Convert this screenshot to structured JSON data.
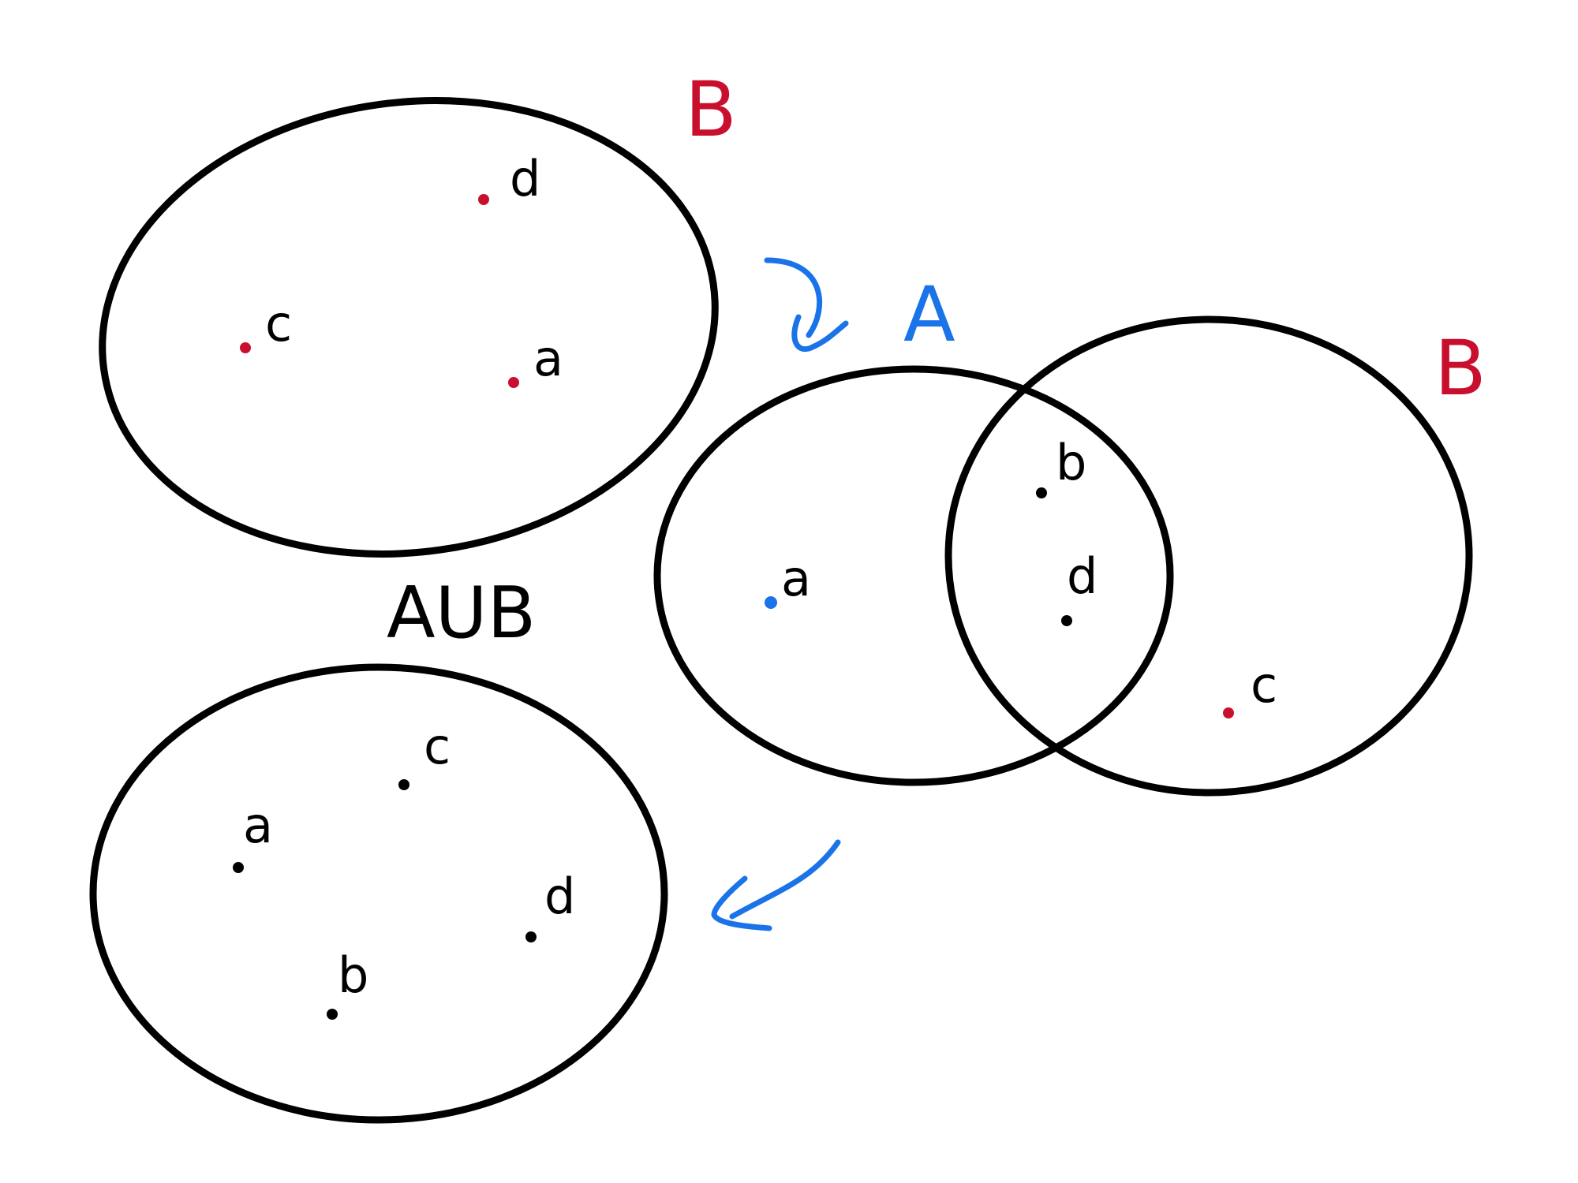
{
  "colors": {
    "ink": "#000000",
    "set_a": "#1a73e8",
    "set_b": "#c8102e"
  },
  "top_diagram": {
    "set_label": "B",
    "elements": [
      "d",
      "c",
      "a"
    ]
  },
  "venn_diagram": {
    "set_a_label": "A",
    "set_b_label": "B",
    "a_only": [
      "a"
    ],
    "intersection": [
      "b",
      "d"
    ],
    "b_only": [
      "c"
    ]
  },
  "union_diagram": {
    "label": "AUB",
    "elements": [
      "c",
      "a",
      "d",
      "b"
    ]
  },
  "arrows": [
    "arrow-top-to-venn",
    "arrow-venn-to-union"
  ]
}
